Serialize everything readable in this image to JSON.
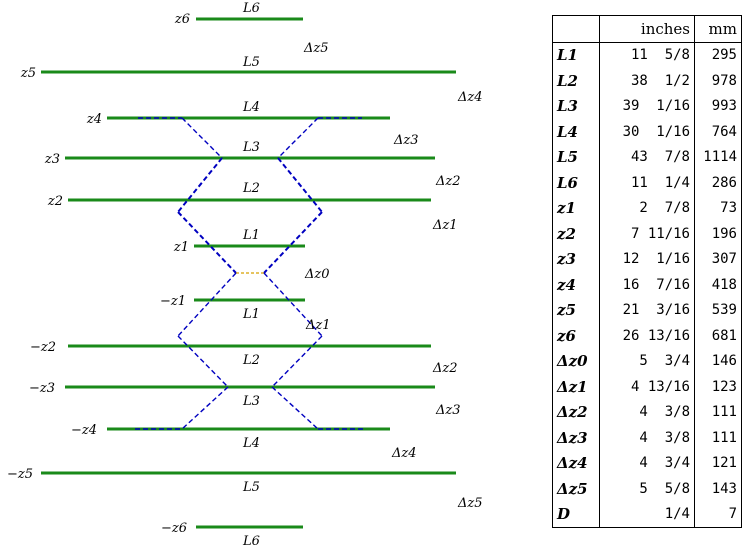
{
  "diagram": {
    "bars": [
      {
        "label": "L6",
        "z": "z6"
      },
      {
        "label": "L5",
        "z": "z5"
      },
      {
        "label": "L4",
        "z": "z4"
      },
      {
        "label": "L3",
        "z": "z3"
      },
      {
        "label": "L2",
        "z": "z2"
      },
      {
        "label": "L1",
        "z": "z1"
      },
      {
        "label": "L1",
        "z": "−z1"
      },
      {
        "label": "L2",
        "z": "−z2"
      },
      {
        "label": "L3",
        "z": "−z3"
      },
      {
        "label": "L4",
        "z": "−z4"
      },
      {
        "label": "L5",
        "z": "−z5"
      },
      {
        "label": "L6",
        "z": "−z6"
      }
    ],
    "gaps_upper": [
      "Δz5",
      "Δz4",
      "Δz3",
      "Δz2",
      "Δz1",
      "Δz0"
    ],
    "gaps_lower": [
      "Δz1",
      "Δz2",
      "Δz3",
      "Δz4",
      "Δz5"
    ]
  },
  "table": {
    "headers": [
      "",
      "inches",
      "mm"
    ],
    "rows": [
      {
        "name": "L1",
        "inches": "11  5/8",
        "mm": "295"
      },
      {
        "name": "L2",
        "inches": "38  1/2",
        "mm": "978"
      },
      {
        "name": "L3",
        "inches": "39  1/16",
        "mm": "993"
      },
      {
        "name": "L4",
        "inches": "30  1/16",
        "mm": "764"
      },
      {
        "name": "L5",
        "inches": "43  7/8",
        "mm": "1114"
      },
      {
        "name": "L6",
        "inches": "11  1/4",
        "mm": "286"
      },
      {
        "name": "z1",
        "inches": "2  7/8",
        "mm": "73"
      },
      {
        "name": "z2",
        "inches": "7 11/16",
        "mm": "196"
      },
      {
        "name": "z3",
        "inches": "12  1/16",
        "mm": "307"
      },
      {
        "name": "z4",
        "inches": "16  7/16",
        "mm": "418"
      },
      {
        "name": "z5",
        "inches": "21  3/16",
        "mm": "539"
      },
      {
        "name": "z6",
        "inches": "26 13/16",
        "mm": "681"
      },
      {
        "name": "Δz0",
        "inches": "5  3/4",
        "mm": "146"
      },
      {
        "name": "Δz1",
        "inches": "4 13/16",
        "mm": "123"
      },
      {
        "name": "Δz2",
        "inches": "4  3/8",
        "mm": "111"
      },
      {
        "name": "Δz3",
        "inches": "4  3/8",
        "mm": "111"
      },
      {
        "name": "Δz4",
        "inches": "4  3/4",
        "mm": "121"
      },
      {
        "name": "Δz5",
        "inches": "5  5/8",
        "mm": "143"
      },
      {
        "name": "D",
        "inches": "1/4",
        "mm": "7"
      }
    ]
  }
}
